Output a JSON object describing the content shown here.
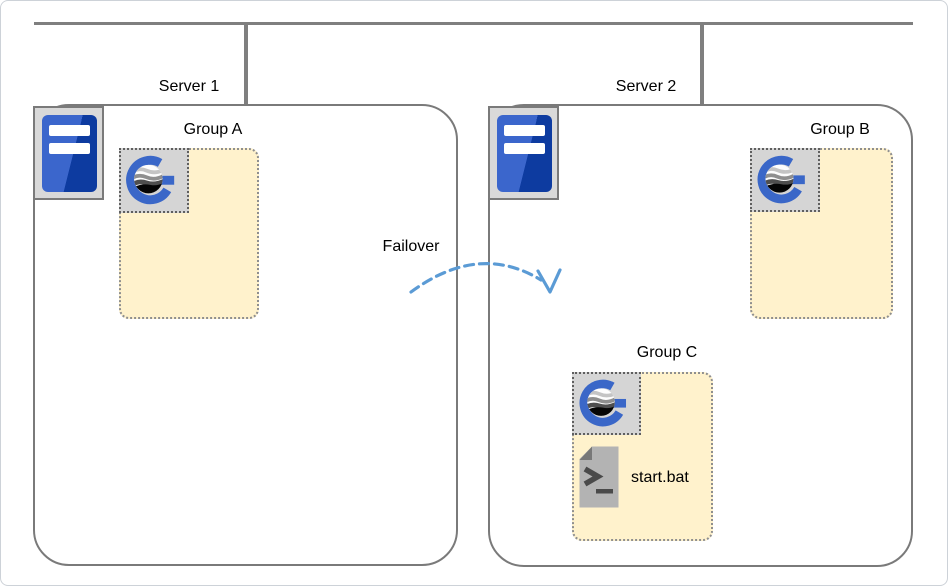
{
  "diagram": {
    "type": "failover-architecture",
    "labels": {
      "server1": "Server 1",
      "server2": "Server 2",
      "groupA": "Group A",
      "groupB": "Group B",
      "groupC": "Group C",
      "failover": "Failover",
      "startBat": "start.bat"
    },
    "icons": {
      "server": "server-icon",
      "group_logo": "globe-g-logo-icon",
      "batch_file": "batch-file-icon",
      "failover_arrow": "dashed-curved-arrow"
    },
    "colors": {
      "group_fill": "#FFF2CC",
      "group_dotted_border": "#8F8F8F",
      "icon_box_fill": "#D5D5D5",
      "line_gray": "#7F7F7F",
      "box_border_gray": "#7A7A7A",
      "arrow_blue": "#5B9BD5",
      "logo_blue": "#3A67C8",
      "server_blue_light": "#3B66CC",
      "server_blue_dark": "#0D3BA0",
      "file_body_gray": "#B3B3B3",
      "file_fold_gray": "#787878",
      "text": "#000000"
    }
  }
}
